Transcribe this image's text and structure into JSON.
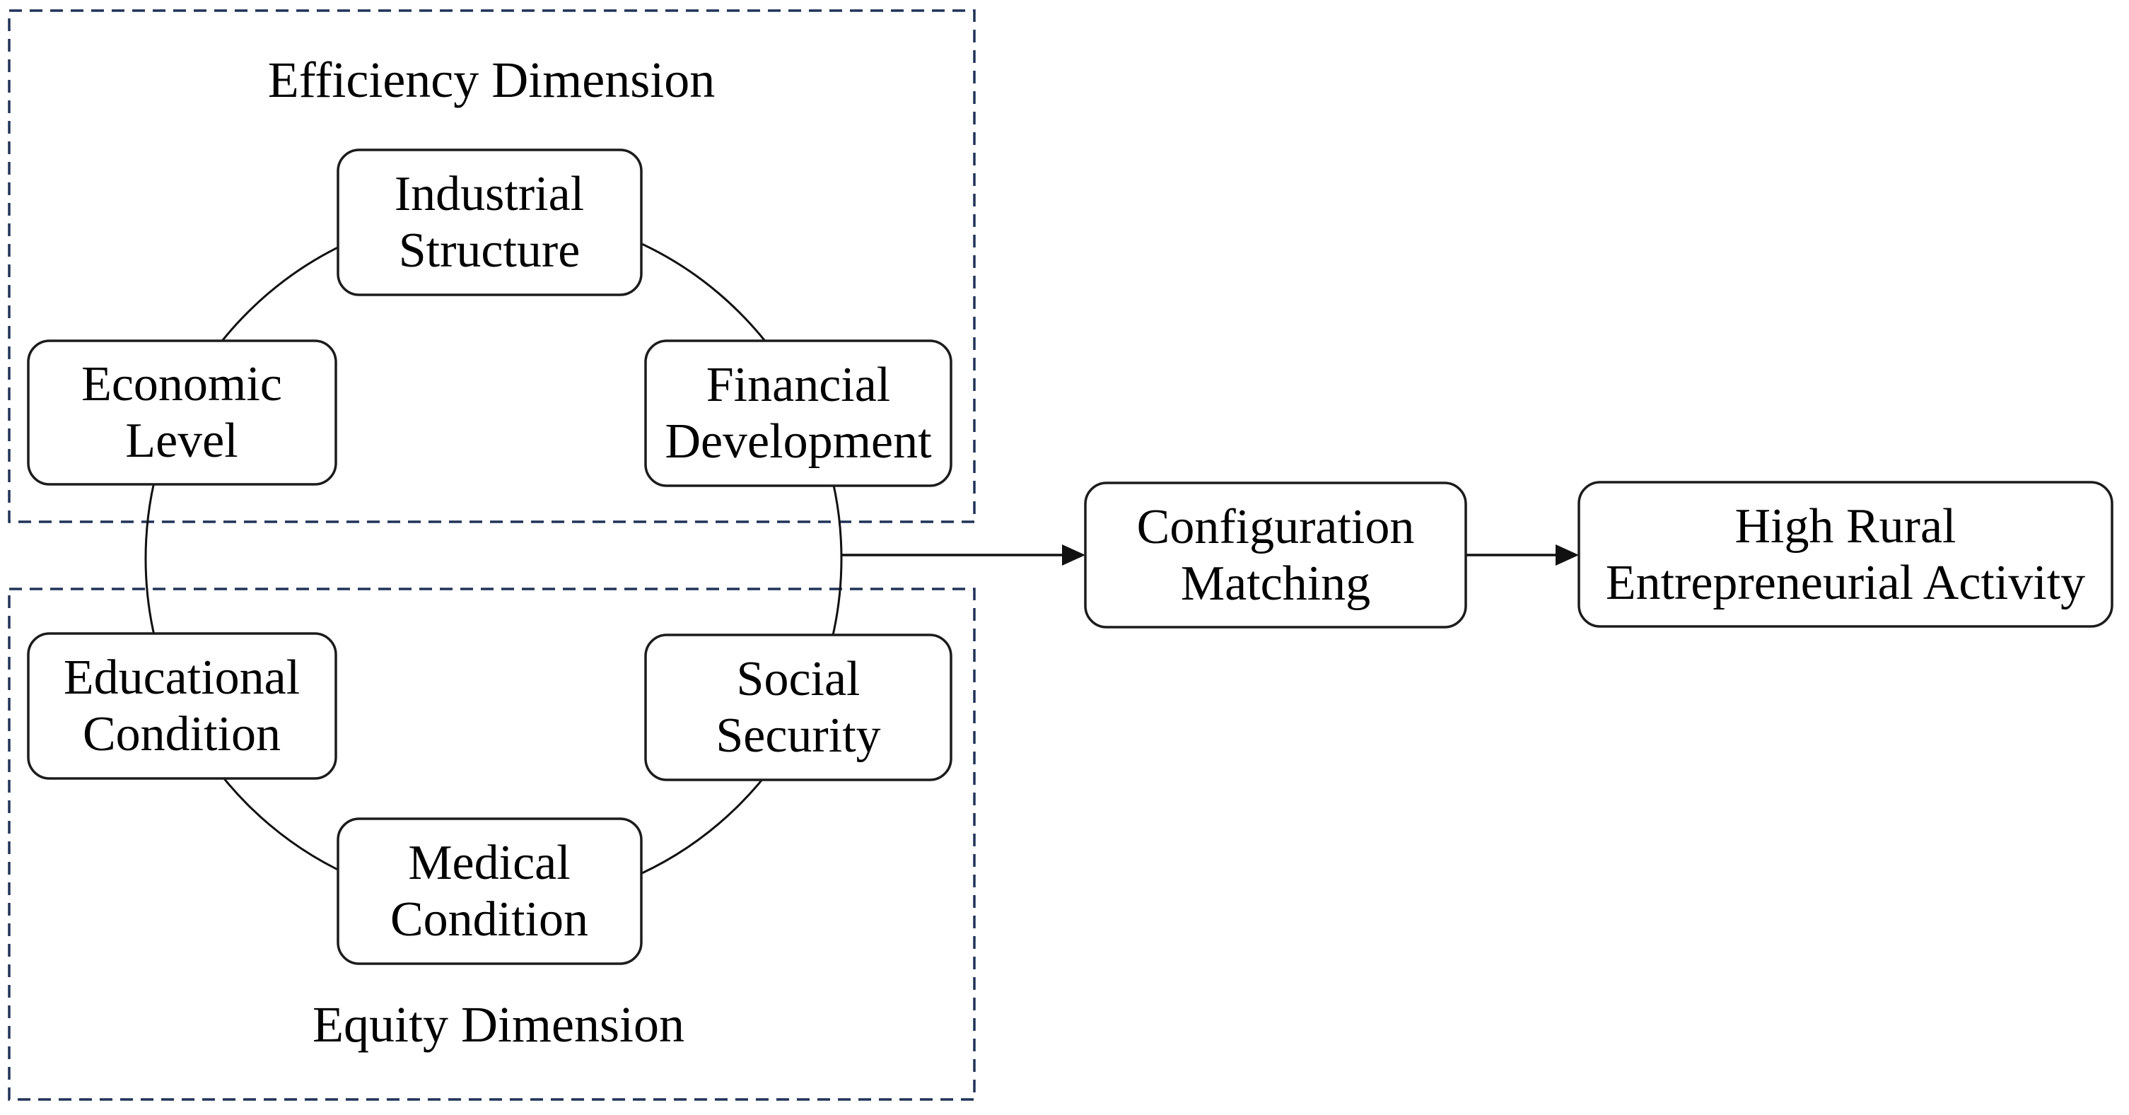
{
  "diagram": {
    "groups": {
      "efficiency": {
        "label": "Efficiency Dimension"
      },
      "equity": {
        "label": "Equity Dimension"
      }
    },
    "nodes": {
      "industrial": {
        "line1": "Industrial",
        "line2": "Structure"
      },
      "economic": {
        "line1": "Economic",
        "line2": "Level"
      },
      "financial": {
        "line1": "Financial",
        "line2": "Development"
      },
      "educational": {
        "line1": "Educational",
        "line2": "Condition"
      },
      "social": {
        "line1": "Social",
        "line2": "Security"
      },
      "medical": {
        "line1": "Medical",
        "line2": "Condition"
      },
      "configuration": {
        "line1": "Configuration",
        "line2": "Matching"
      },
      "outcome": {
        "line1": "High Rural",
        "line2": "Entrepreneurial Activity"
      }
    },
    "colors": {
      "dashed_border": "#203358",
      "node_border": "#1c1c1c",
      "connector": "#111111",
      "text": "#000000",
      "background": "#ffffff"
    }
  }
}
